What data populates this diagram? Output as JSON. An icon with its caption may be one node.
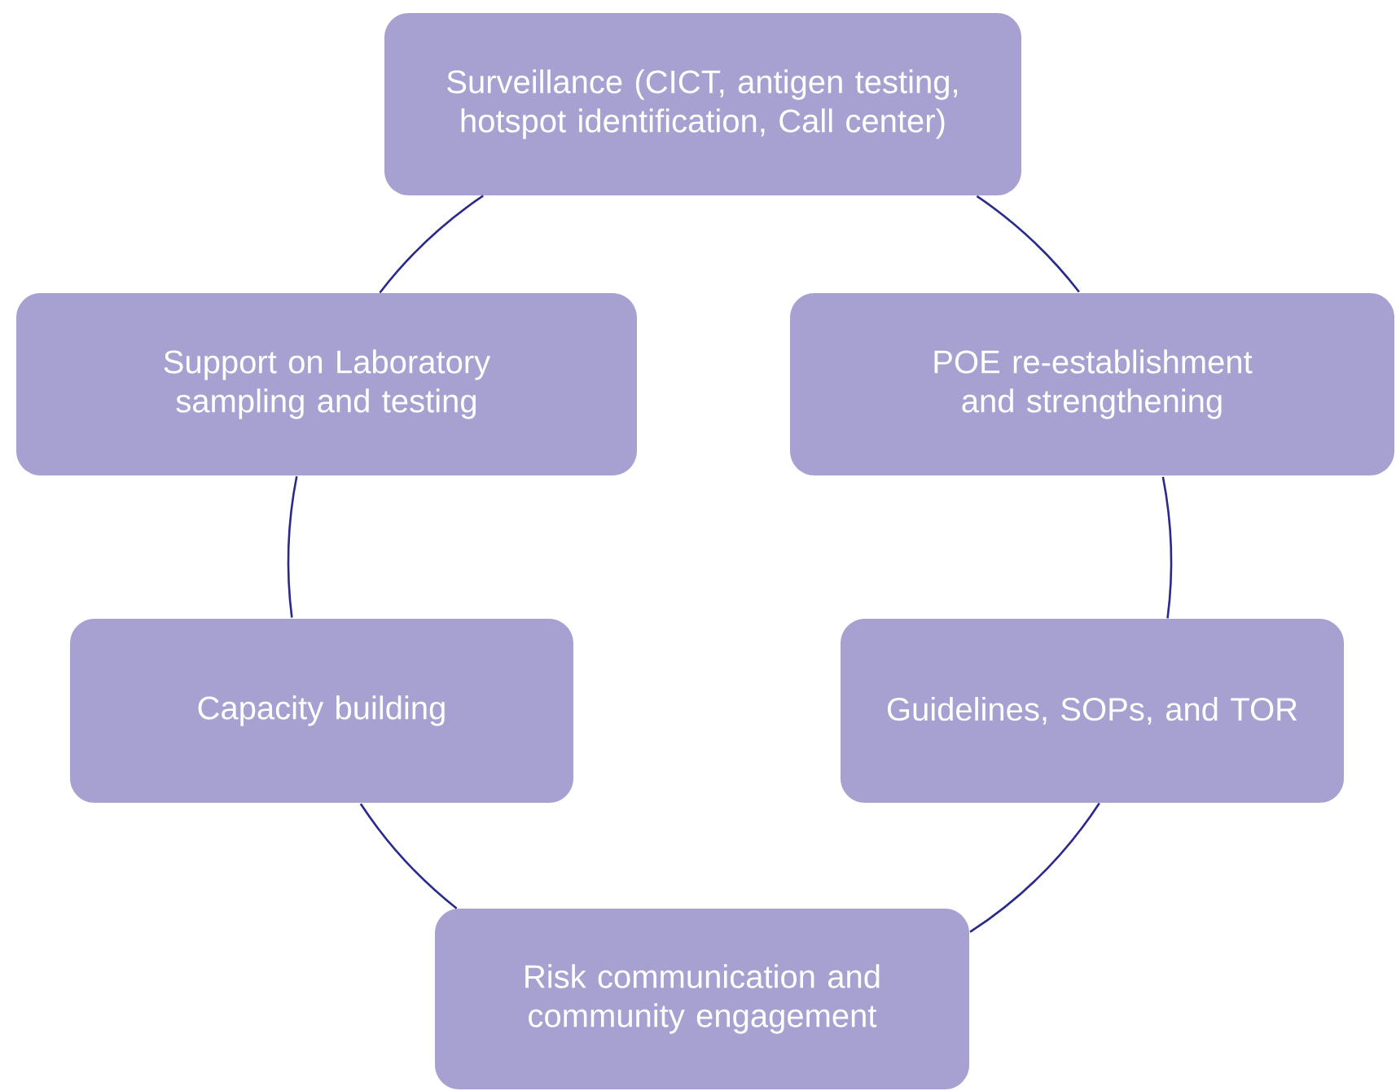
{
  "diagram": {
    "nodes": [
      {
        "text": [
          "Surveillance (CICT, antigen testing, hotspot identification, Call center)"
        ]
      },
      {
        "text": [
          "Support on Laboratory sampling and testing"
        ]
      },
      {
        "text": [
          "POE re-establishment and strengthening"
        ]
      },
      {
        "text": [
          "Capacity building"
        ]
      },
      {
        "text": [
          "Guidelines, SOPs, and TOR"
        ]
      },
      {
        "text": [
          "Risk communication and community engagement"
        ]
      }
    ],
    "edges": [
      {
        "from": 0,
        "to": 2,
        "arrow": "none"
      },
      {
        "from": 2,
        "to": 4,
        "arrow": "none"
      },
      {
        "from": 4,
        "to": 5,
        "arrow": "none"
      },
      {
        "from": 5,
        "to": 3,
        "arrow": "none"
      },
      {
        "from": 3,
        "to": 1,
        "arrow": "none"
      },
      {
        "from": 1,
        "to": 0,
        "arrow": "none"
      }
    ]
  }
}
